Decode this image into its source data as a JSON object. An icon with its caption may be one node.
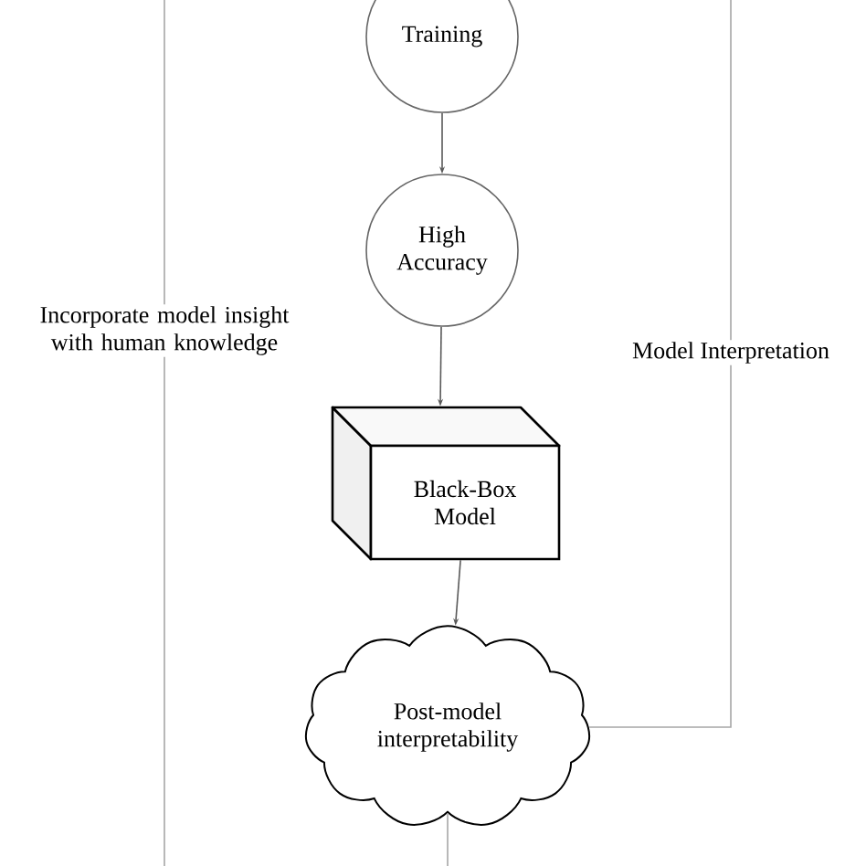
{
  "diagram": {
    "nodes": [
      {
        "text": [
          "Training"
        ]
      },
      {
        "text": [
          "High Accuracy"
        ]
      },
      {
        "text": [
          "Black-Box Model"
        ]
      },
      {
        "text": [
          "Post-model interpretability"
        ]
      }
    ],
    "edges": [
      {
        "from": 0,
        "to": 1,
        "arrow": "to"
      },
      {
        "from": 1,
        "to": 2,
        "arrow": "to"
      },
      {
        "from": 2,
        "to": 3,
        "arrow": "to"
      },
      {
        "from": 3,
        "to": null,
        "arrow": "none"
      },
      {
        "from": 3,
        "to": null,
        "arrow": "none",
        "label": "Model Interpretation"
      }
    ],
    "labels": [
      "Incorporate model insight with human knowledge"
    ]
  }
}
